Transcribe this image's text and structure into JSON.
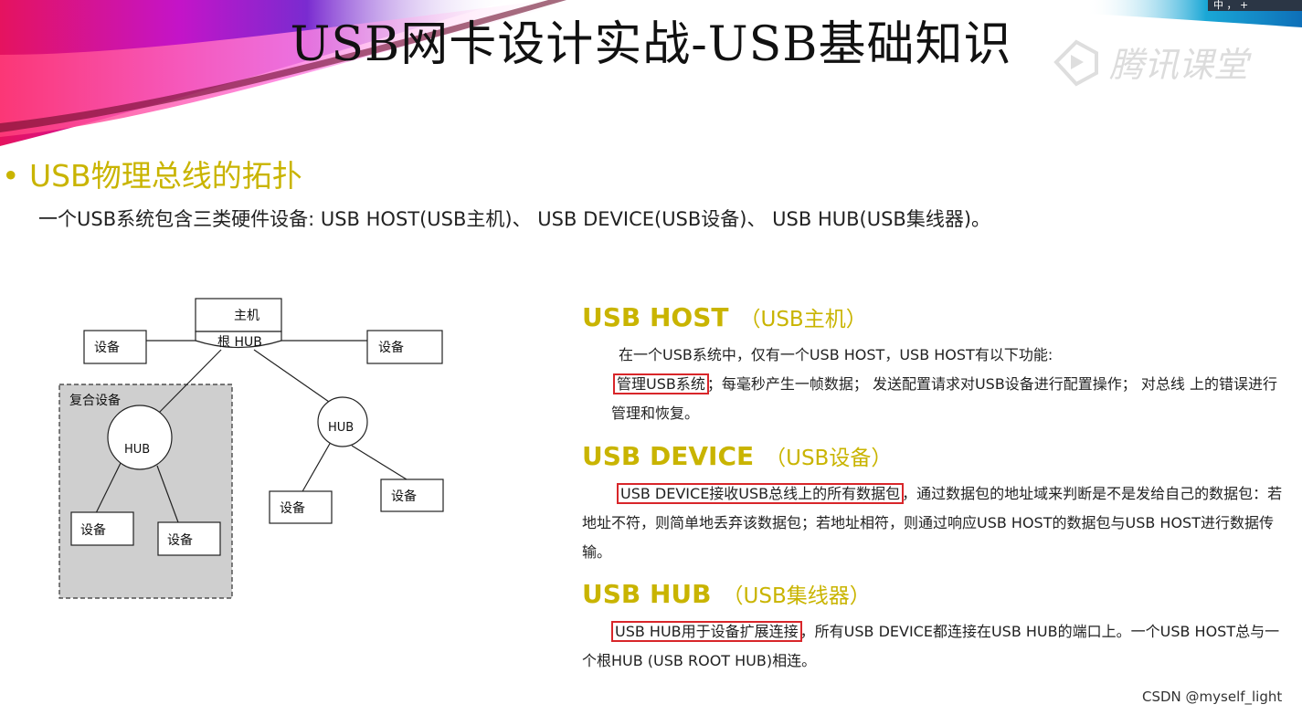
{
  "slide": {
    "title": "USB网卡设计实战-USB基础知识",
    "logo_text": "腾讯课堂",
    "corner_label": "中 ， +",
    "bullet": "• USB物理总线的拓扑",
    "intro": "一个USB系统包含三类硬件设备: USB HOST(USB主机)、 USB DEVICE(USB设备)、 USB HUB(USB集线器)。"
  },
  "diagram": {
    "host_label": "主机",
    "root_hub_label": "根 HUB",
    "device_label": "设备",
    "composite_label": "复合设备",
    "hub_label": "HUB"
  },
  "sections": {
    "host": {
      "title": "USB HOST",
      "subtitle": "（USB主机）",
      "line1": "在一个USB系统中，仅有一个USB HOST，USB HOST有以下功能:",
      "highlight": "管理USB系统",
      "rest": "；每毫秒产生一帧数据； 发送配置请求对USB设备进行配置操作； 对总线 上的错误进行 　　管理和恢复。"
    },
    "device": {
      "title": "USB DEVICE",
      "subtitle": "（USB设备）",
      "highlight": "USB DEVICE接收USB总线上的所有数据包",
      "rest": "，通过数据包的地址域来判断是不是发给自己的数据包：若地址不符，则简单地丢弃该数据包；若地址相符，则通过响应USB HOST的数据包与USB HOST进行数据传输。"
    },
    "hub": {
      "title": "USB HUB",
      "subtitle": "（USB集线器）",
      "highlight": "USB HUB用于设备扩展连接",
      "rest": "，所有USB DEVICE都连接在USB HUB的端口上。一个USB HOST总与一个根HUB (USB ROOT HUB)相连。"
    }
  },
  "watermark": "CSDN @myself_light"
}
